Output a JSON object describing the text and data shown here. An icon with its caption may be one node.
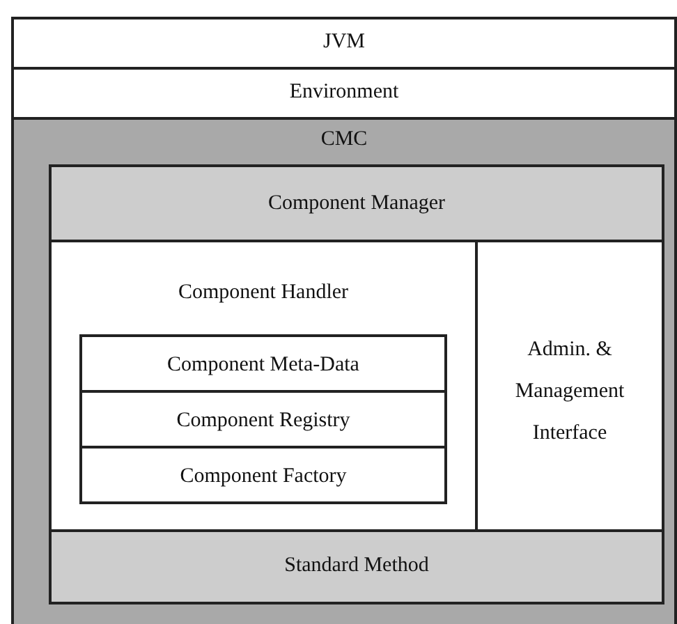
{
  "diagram": {
    "nodes": [
      {
        "text": [
          "JVM"
        ]
      },
      {
        "text": [
          "Environment"
        ],
        "in": 0
      },
      {
        "text": [
          "CMC"
        ],
        "in": 1
      },
      {
        "text": [
          "Component Manager"
        ],
        "in": 2
      },
      {
        "text": [
          "Component Handler"
        ],
        "in": 2
      },
      {
        "text": [
          "Component Meta-Data"
        ],
        "in": 4
      },
      {
        "text": [
          "Component Registry"
        ],
        "in": 4
      },
      {
        "text": [
          "Component Factory"
        ],
        "in": 4
      },
      {
        "text": [
          "Admin. & Management Interface"
        ],
        "in": 2
      },
      {
        "text": [
          "Standard Method"
        ],
        "in": 2
      }
    ]
  }
}
